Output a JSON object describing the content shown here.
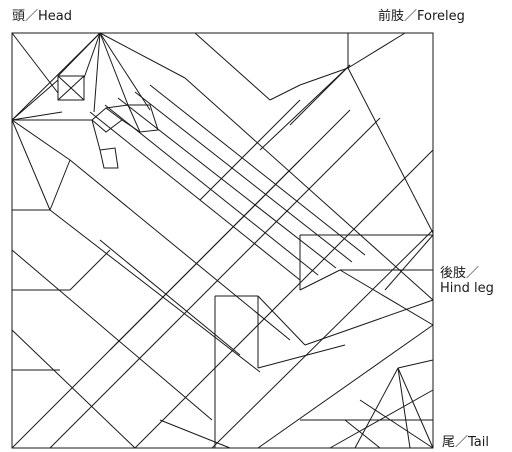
{
  "labels": {
    "head": "頭／Head",
    "foreleg": "前肢／Foreleg",
    "hind_leg_line1": "後肢／",
    "hind_leg_line2": "Hind leg",
    "tail": "尾／Tail"
  }
}
